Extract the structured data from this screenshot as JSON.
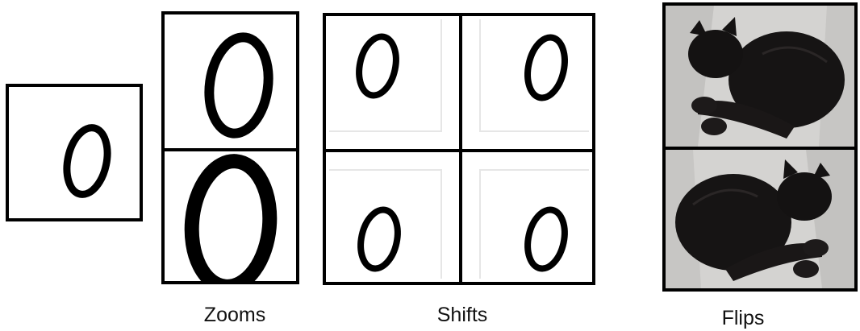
{
  "captions": {
    "zooms": "Zooms",
    "shifts": "Shifts",
    "flips": "Flips"
  },
  "digit": "0",
  "colors": {
    "ink": "#000000",
    "frame": "#000000",
    "background": "#ffffff",
    "cat_fur": "#151313",
    "blanket": "#d9d8d6"
  },
  "panels": {
    "original": {
      "kind": "digit"
    },
    "zooms": {
      "cells": 2,
      "kind": "digit"
    },
    "shifts": {
      "cells": 4,
      "kind": "digit"
    },
    "flips": {
      "cells": 2,
      "kind": "photo",
      "subject": "black cat lying on blanket"
    }
  }
}
